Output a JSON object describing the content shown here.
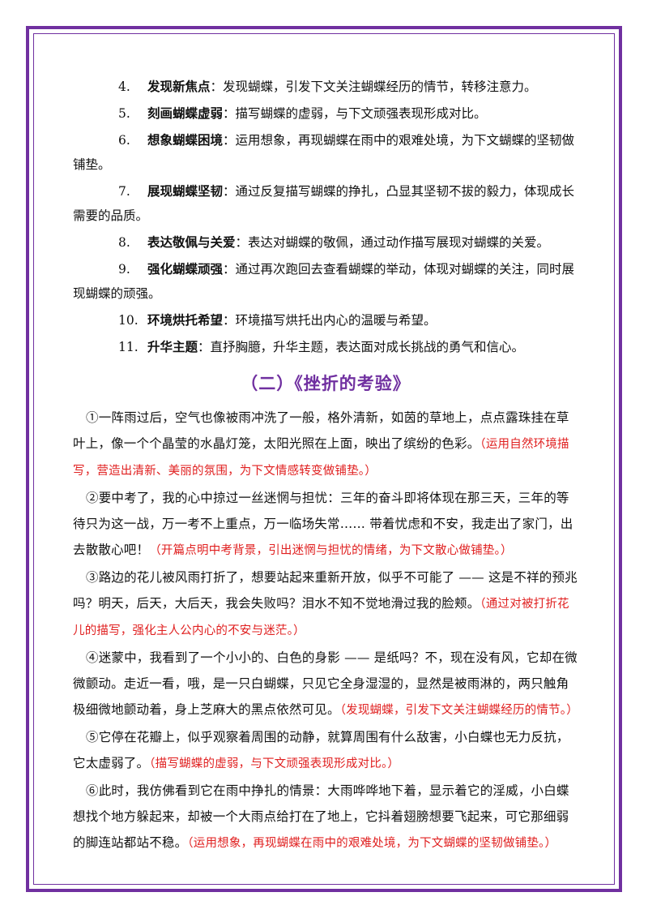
{
  "colors": {
    "frame": "#7030a0",
    "title": "#7030a0",
    "note": "#e02020"
  },
  "list_items": [
    {
      "num": "4.",
      "term": "发现新焦点",
      "text": "：发现蝴蝶，引发下文关注蝴蝶经历的情节，转移注意力。"
    },
    {
      "num": "5.",
      "term": "刻画蝴蝶虚弱",
      "text": "：描写蝴蝶的虚弱，与下文顽强表现形成对比。"
    },
    {
      "num": "6.",
      "term": "想象蝴蝶困境",
      "text": "：运用想象，再现蝴蝶在雨中的艰难处境，为下文蝴蝶的坚韧做铺垫。"
    },
    {
      "num": "7.",
      "term": "展现蝴蝶坚韧",
      "text": "：通过反复描写蝴蝶的挣扎，凸显其坚韧不拔的毅力，体现成长需要的品质。"
    },
    {
      "num": "8.",
      "term": "表达敬佩与关爱",
      "text": "：表达对蝴蝶的敬佩，通过动作描写展现对蝴蝶的关爱。"
    },
    {
      "num": "9.",
      "term": "强化蝴蝶顽强",
      "text": "：通过再次跑回去查看蝴蝶的举动，体现对蝴蝶的关注，同时展现蝴蝶的顽强。"
    },
    {
      "num": "10.",
      "term": "环境烘托希望",
      "text": "：环境描写烘托出内心的温暖与希望。"
    },
    {
      "num": "11.",
      "term": "升华主题",
      "text": "：直抒胸臆，升华主题，表达面对成长挑战的勇气和信心。"
    }
  ],
  "section_title": "（二）《挫折的考验》",
  "paragraphs": [
    {
      "text": "①一阵雨过后，空气也像被雨冲洗了一般，格外清新，如茵的草地上，点点露珠挂在草叶上，像一个个晶莹的水晶灯笼，太阳光照在上面，映出了缤纷的色彩。",
      "note": "（运用自然环境描写，营造出清新、美丽的氛围，为下文情感转变做铺垫。）"
    },
    {
      "text": "②要中考了，我的心中掠过一丝迷惘与担忧：三年的奋斗即将体现在那三天，三年的等待只为这一战，万一考不上重点，万一临场失常…… 带着忧虑和不安，我走出了家门，出去散散心吧！",
      "note": "（开篇点明中考背景，引出迷惘与担忧的情绪，为下文散心做铺垫。）"
    },
    {
      "text": "③路边的花儿被风雨打折了，想要站起来重新开放，似乎不可能了 —— 这是不祥的预兆吗？明天，后天，大后天，我会失败吗？泪水不知不觉地滑过我的脸颊。",
      "note": "（通过对被打折花儿的描写，强化主人公内心的不安与迷茫。）"
    },
    {
      "text": "④迷蒙中，我看到了一个小小的、白色的身影 —— 是纸吗？不，现在没有风，它却在微微颤动。走近一看，哦，是一只白蝴蝶，只见它全身湿湿的，显然是被雨淋的，两只触角极细微地颤动着，身上芝麻大的黑点依然可见。",
      "note": "（发现蝴蝶，引发下文关注蝴蝶经历的情节。）"
    },
    {
      "text": "⑤它停在花瓣上，似乎观察着周围的动静，就算周围有什么敌害，小白蝶也无力反抗，它太虚弱了。",
      "note": "（描写蝴蝶的虚弱，与下文顽强表现形成对比。）"
    },
    {
      "text": "⑥此时，我仿佛看到它在雨中挣扎的情景：大雨哗哗地下着，显示着它的淫威，小白蝶想找个地方躲起来，却被一个大雨点给打在了地上，它抖着翅膀想要飞起来，可它那细弱的脚连站都站不稳。",
      "note": "（运用想象，再现蝴蝶在雨中的艰难处境，为下文蝴蝶的坚韧做铺垫。）"
    }
  ]
}
